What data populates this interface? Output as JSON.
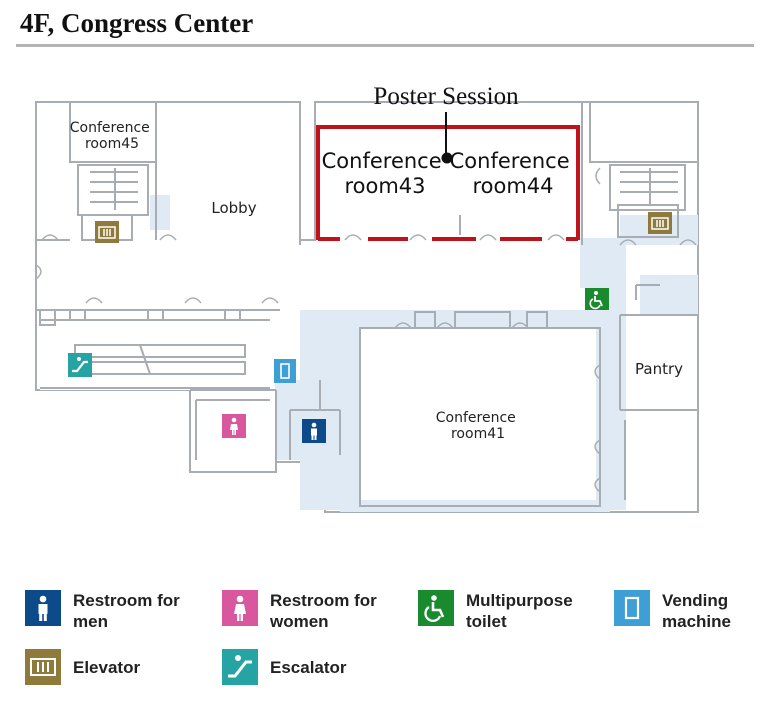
{
  "header": {
    "title": "4F, Congress Center"
  },
  "map": {
    "poster_session_label": "Poster Session",
    "rooms": {
      "room45": "Conference\nroom45",
      "lobby": "Lobby",
      "room43": "Conference\nroom43",
      "room44": "Conference\nroom44",
      "pantry": "Pantry",
      "room41": "Conference\nroom41"
    },
    "highlight_color": "#c0121c"
  },
  "legend": {
    "items": [
      {
        "icon": "restroom-men-icon",
        "label": "Restroom for\nmen",
        "color": "#0d4a8a"
      },
      {
        "icon": "restroom-women-icon",
        "label": "Restroom for\nwomen",
        "color": "#d9579e"
      },
      {
        "icon": "multipurpose-toilet-icon",
        "label": "Multipurpose\ntoilet",
        "color": "#1a8a2e"
      },
      {
        "icon": "vending-machine-icon",
        "label": "Vending\nmachine",
        "color": "#3d9fd6"
      },
      {
        "icon": "elevator-icon",
        "label": "Elevator",
        "color": "#8f7a3c"
      },
      {
        "icon": "escalator-icon",
        "label": "Escalator",
        "color": "#26a3a3"
      }
    ]
  }
}
